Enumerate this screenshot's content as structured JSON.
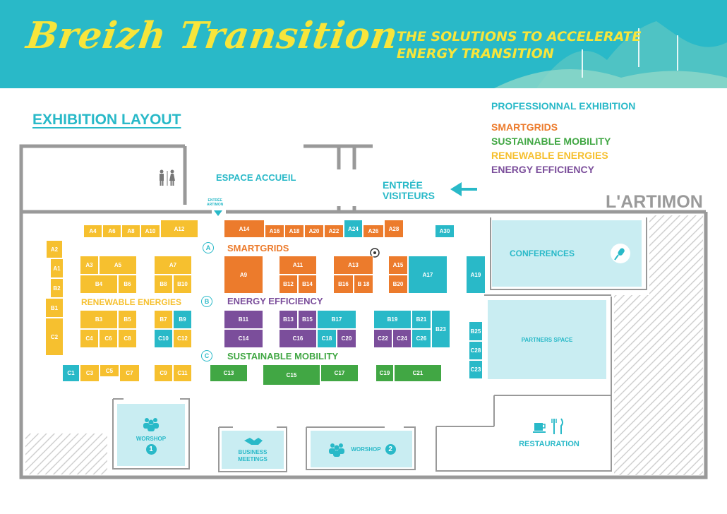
{
  "header": {
    "logo": "Breizh Transition",
    "tagline_line1": "THE SOLUTIONS TO ACCELERATE",
    "tagline_line2": "ENERGY TRANSITION"
  },
  "title": "EXHIBITION LAYOUT",
  "legend": {
    "title": "PROFESSIONNAL EXHIBITION",
    "items": [
      "SMARTGRIDS",
      "SUSTAINABLE MOBILITY",
      "RENEWABLE ENERGIES",
      "ENERGY EFFICIENCY"
    ]
  },
  "colors": {
    "smartgrids": "#ec7b2c",
    "mobility": "#41a744",
    "renewable": "#f6c02f",
    "efficiency": "#7b4e9b",
    "partner": "#29b9c8"
  },
  "venue": {
    "name": "L'ARTIMON",
    "reception": "ESPACE ACCUEIL",
    "visitor_entrance_line1": "ENTRÉE",
    "visitor_entrance_line2": "VISITEURS",
    "artimon_entrance_line1": "ENTRÉE",
    "artimon_entrance_line2": "ARTIMON"
  },
  "sections": {
    "a_letter": "A",
    "a_label": "SMARTGRIDS",
    "b_letter": "B",
    "b_label": "ENERGY EFFICIENCY",
    "c_letter": "C",
    "c_label": "SUSTAINABLE MOBILITY",
    "renewable_label": "RENEWABLE ENERGIES"
  },
  "zones": {
    "conferences": "CONFERENCES",
    "partners": "PARTNERS SPACE",
    "restauration": "RESTAURATION",
    "workshop1": "WORSHOP",
    "workshop1_num": "1",
    "workshop2": "WORSHOP",
    "workshop2_num": "2",
    "business": "BUSINESS MEETINGS"
  },
  "booths": {
    "A4": "A4",
    "A6": "A6",
    "A8": "A8",
    "A10": "A10",
    "A12": "A12",
    "A14": "A14",
    "A16": "A16",
    "A18": "A18",
    "A20": "A20",
    "A22": "A22",
    "A24": "A24",
    "A26": "A26",
    "A28": "A28",
    "A30": "A30",
    "A2": "A2",
    "A1": "A1",
    "B2": "B2",
    "B1": "B1",
    "C2": "C2",
    "A3": "A3",
    "A5": "A5",
    "A7": "A7",
    "B4": "B4",
    "B6": "B6",
    "B8": "B8",
    "B10": "B10",
    "A9": "A9",
    "A11": "A11",
    "B12": "B12",
    "B14": "B14",
    "A13": "A13",
    "B16": "B16",
    "B18": "B 18",
    "A15": "A15",
    "B20": "B20",
    "A17": "A17",
    "A19": "A19",
    "B3": "B3",
    "B5": "B5",
    "C4": "C4",
    "C6": "C6",
    "C8": "C8",
    "B7": "B7",
    "B9": "B9",
    "C10": "C10",
    "C12": "C12",
    "B11": "B11",
    "C14": "C14",
    "B13": "B13",
    "B15": "B15",
    "B17": "B17",
    "C16": "C16",
    "C18": "C18",
    "C20": "C20",
    "B19": "B19",
    "B21": "B21",
    "C22": "C22",
    "C24": "C24",
    "C26": "C26",
    "B23": "B23",
    "B25": "B25",
    "C28": "C28",
    "C23": "C23",
    "C1": "C1",
    "C3": "C3",
    "C5": "C5",
    "C7": "C7",
    "C9": "C9",
    "C11": "C11",
    "C13": "C13",
    "C15": "C15",
    "C17": "C17",
    "C19": "C19",
    "C21": "C21"
  },
  "icons": [
    "restroom-icon",
    "microphone-icon",
    "coffee-icon",
    "cutlery-icon",
    "group-icon",
    "handshake-icon",
    "arrow-left-icon",
    "target-icon"
  ]
}
